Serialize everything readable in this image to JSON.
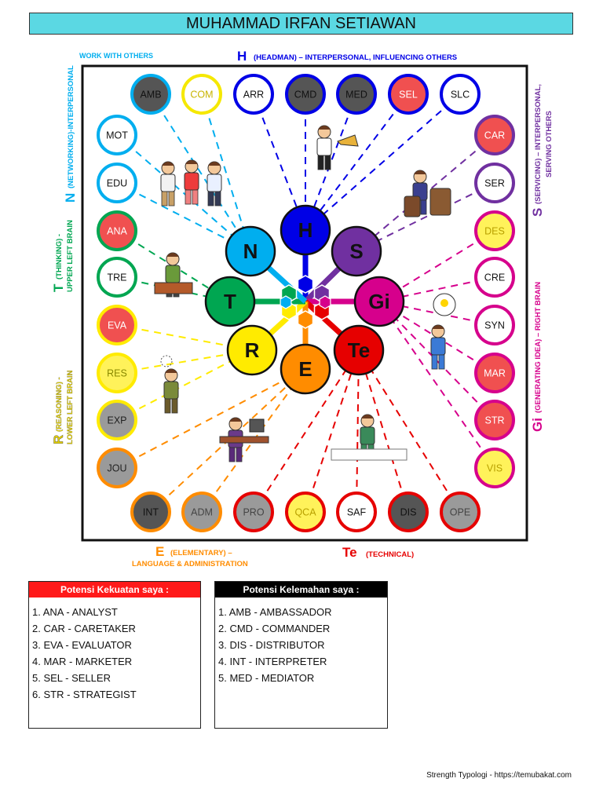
{
  "title": "MUHAMMAD IRFAN SETIAWAN",
  "labels": {
    "work_with_others": "WORK WITH OTHERS",
    "h_letter": "H",
    "h_text": "(HEADMAN) – INTERPERSONAL, INFLUENCING OTHERS",
    "n_letter": "N",
    "n_text": "(NETWORKING)-INTERPERSONAL",
    "s_letter": "S",
    "s_text1": "(SERVICING) – INTERPERSONAL,",
    "s_text2": "SERVING OTHERS",
    "t_letter": "T",
    "t_text1": "(THINKING) -",
    "t_text2": "UPPER LEFT BRAIN",
    "r_letter": "R",
    "r_text1": "(REASONING) -",
    "r_text2": "LOWER LEFT BRAIN",
    "gi_letter": "Gi",
    "gi_text": "(GENERATING IDEA) – RIGHT BRAIN",
    "e_letter": "E",
    "e_text1": "(ELEMENTARY) –",
    "e_text2": "LANGUAGE & ADMINISTRATION",
    "te_letter": "Te",
    "te_text": "(TECHNICAL)"
  },
  "categories": [
    {
      "key": "H",
      "label": "H",
      "color": "#0000e6"
    },
    {
      "key": "S",
      "label": "S",
      "color": "#7030a0"
    },
    {
      "key": "Gi",
      "label": "Gi",
      "color": "#d6008c"
    },
    {
      "key": "Te",
      "label": "Te",
      "color": "#e60000"
    },
    {
      "key": "E",
      "label": "E",
      "color": "#ff8c00"
    },
    {
      "key": "R",
      "label": "R",
      "color": "#ffeb00"
    },
    {
      "key": "T",
      "label": "T",
      "color": "#00a651"
    },
    {
      "key": "N",
      "label": "N",
      "color": "#00aeef"
    }
  ],
  "roles": [
    {
      "label": "AMB",
      "fill": "#555555",
      "ring": "#00aeef",
      "text": "#111111"
    },
    {
      "label": "COM",
      "fill": "#ffffff",
      "ring": "#f5e800",
      "text": "#c8b400"
    },
    {
      "label": "ARR",
      "fill": "#ffffff",
      "ring": "#0000e6",
      "text": "#111111"
    },
    {
      "label": "CMD",
      "fill": "#555555",
      "ring": "#0000e6",
      "text": "#111111"
    },
    {
      "label": "MED",
      "fill": "#555555",
      "ring": "#0000e6",
      "text": "#111111"
    },
    {
      "label": "SEL",
      "fill": "#f05050",
      "ring": "#0000e6",
      "text": "#ffffff"
    },
    {
      "label": "SLC",
      "fill": "#ffffff",
      "ring": "#0000e6",
      "text": "#111111"
    },
    {
      "label": "MOT",
      "fill": "#ffffff",
      "ring": "#00aeef",
      "text": "#111111"
    },
    {
      "label": "EDU",
      "fill": "#ffffff",
      "ring": "#00aeef",
      "text": "#111111"
    },
    {
      "label": "ANA",
      "fill": "#f05050",
      "ring": "#00a651",
      "text": "#ffffff"
    },
    {
      "label": "TRE",
      "fill": "#ffffff",
      "ring": "#00a651",
      "text": "#111111"
    },
    {
      "label": "EVA",
      "fill": "#f05050",
      "ring": "#ffeb00",
      "text": "#ffffff"
    },
    {
      "label": "RES",
      "fill": "#fff25a",
      "ring": "#ffeb00",
      "text": "#888800"
    },
    {
      "label": "EXP",
      "fill": "#9a9a9a",
      "ring": "#ffeb00",
      "text": "#222222"
    },
    {
      "label": "JOU",
      "fill": "#9a9a9a",
      "ring": "#ff8c00",
      "text": "#222222"
    },
    {
      "label": "CAR",
      "fill": "#f05050",
      "ring": "#7030a0",
      "text": "#ffffff"
    },
    {
      "label": "SER",
      "fill": "#ffffff",
      "ring": "#7030a0",
      "text": "#111111"
    },
    {
      "label": "DES",
      "fill": "#fff25a",
      "ring": "#d6008c",
      "text": "#b8a000"
    },
    {
      "label": "CRE",
      "fill": "#ffffff",
      "ring": "#d6008c",
      "text": "#111111"
    },
    {
      "label": "SYN",
      "fill": "#ffffff",
      "ring": "#d6008c",
      "text": "#111111"
    },
    {
      "label": "MAR",
      "fill": "#f05050",
      "ring": "#d6008c",
      "text": "#ffffff"
    },
    {
      "label": "STR",
      "fill": "#f05050",
      "ring": "#d6008c",
      "text": "#ffffff"
    },
    {
      "label": "VIS",
      "fill": "#fff25a",
      "ring": "#d6008c",
      "text": "#b8a000"
    },
    {
      "label": "INT",
      "fill": "#555555",
      "ring": "#ff8c00",
      "text": "#111111"
    },
    {
      "label": "ADM",
      "fill": "#9a9a9a",
      "ring": "#ff8c00",
      "text": "#444444"
    },
    {
      "label": "PRO",
      "fill": "#9a9a9a",
      "ring": "#e60000",
      "text": "#444444"
    },
    {
      "label": "QCA",
      "fill": "#fff25a",
      "ring": "#e60000",
      "text": "#b8a000"
    },
    {
      "label": "SAF",
      "fill": "#ffffff",
      "ring": "#e60000",
      "text": "#111111"
    },
    {
      "label": "DIS",
      "fill": "#555555",
      "ring": "#e60000",
      "text": "#111111"
    },
    {
      "label": "OPE",
      "fill": "#9a9a9a",
      "ring": "#e60000",
      "text": "#444444"
    }
  ],
  "strengths": {
    "header": "Potensi Kekuatan saya :",
    "header_color": "#ff1a1a",
    "items": [
      "1. ANA - ANALYST",
      "2. CAR - CARETAKER",
      "3. EVA - EVALUATOR",
      "4. MAR - MARKETER",
      "5. SEL - SELLER",
      "6. STR - STRATEGIST"
    ]
  },
  "weaknesses": {
    "header": "Potensi Kelemahan saya :",
    "header_color": "#000000",
    "items": [
      "1. AMB - AMBASSADOR",
      "2. CMD - COMMANDER",
      "3. DIS - DISTRIBUTOR",
      "4. INT - INTERPRETER",
      "5. MED - MEDIATOR"
    ]
  },
  "footer": "Strength Typologi - https://temubakat.com"
}
